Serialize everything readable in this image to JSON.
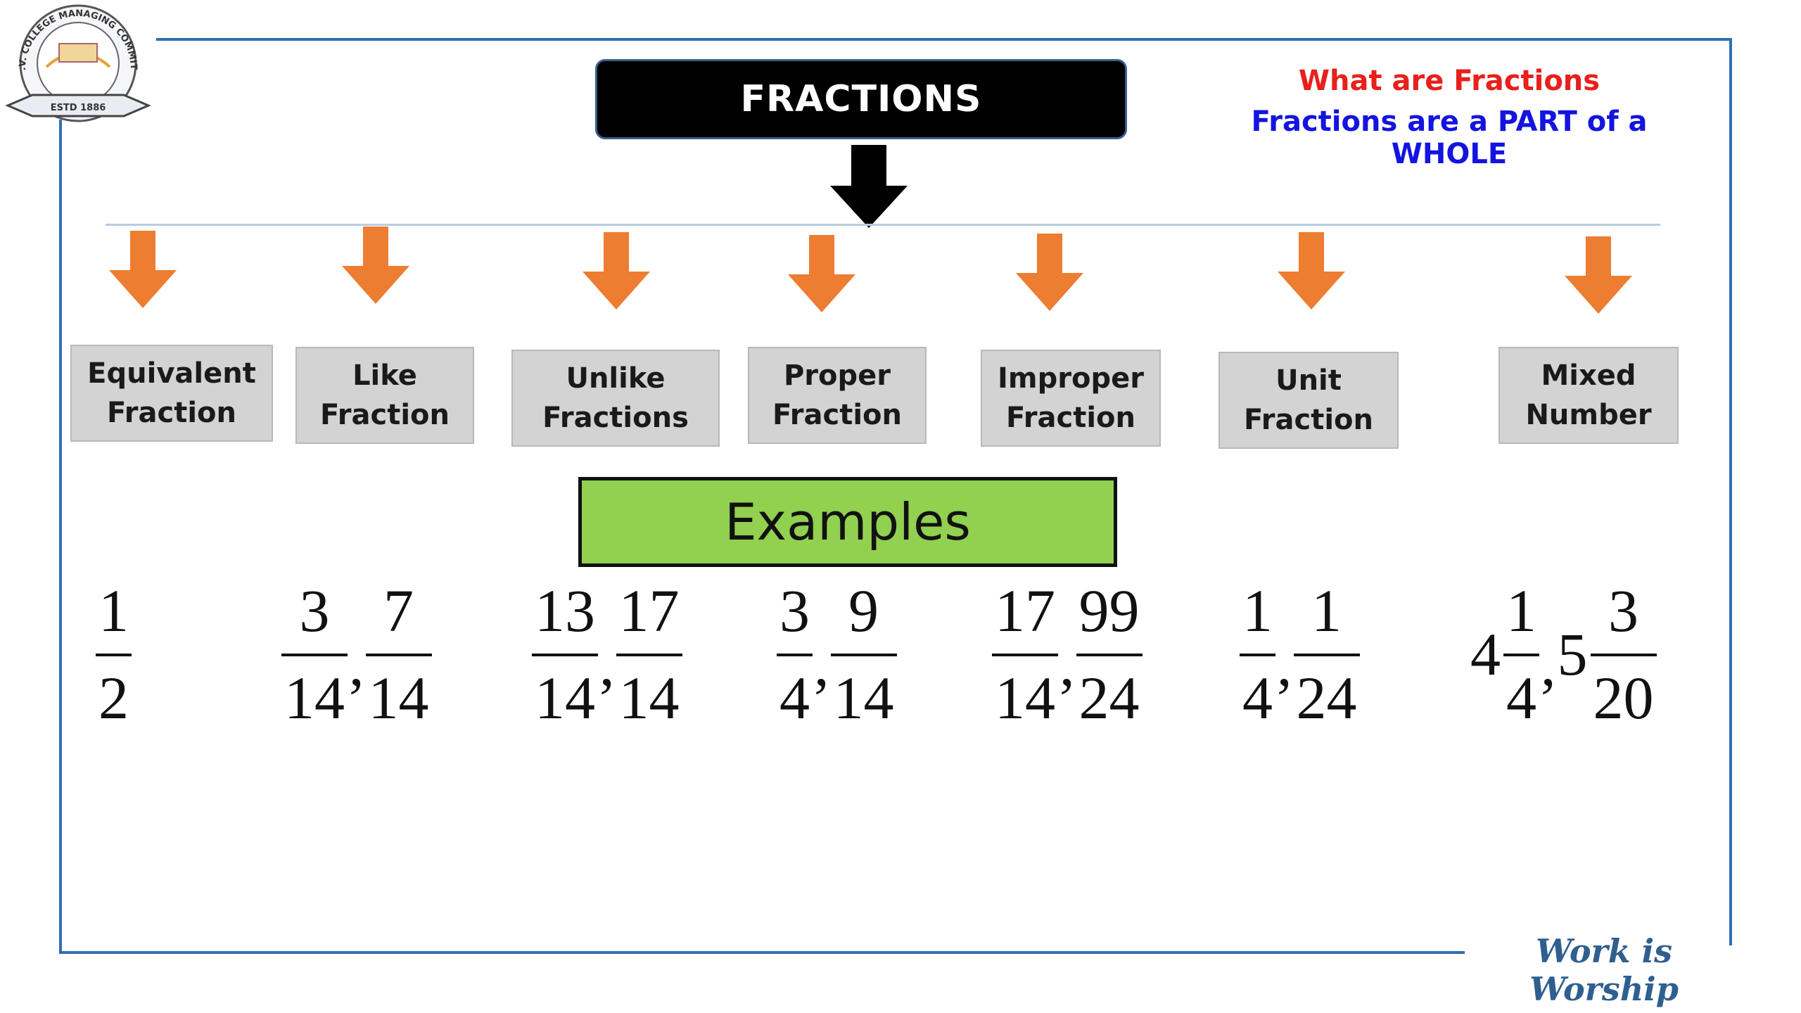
{
  "title": "FRACTIONS",
  "definition": {
    "question": "What are Fractions",
    "answer": "Fractions are a PART of a WHOLE"
  },
  "logo": {
    "text": "D.A.V. COLLEGE MANAGING COMMITTEE",
    "year": "ESTD 1886"
  },
  "types": [
    {
      "line1": "Equivalent",
      "line2": "Fraction"
    },
    {
      "line1": "Like",
      "line2": "Fraction"
    },
    {
      "line1": "Unlike",
      "line2": "Fractions"
    },
    {
      "line1": "Proper",
      "line2": "Fraction"
    },
    {
      "line1": "Improper",
      "line2": "Fraction"
    },
    {
      "line1": "Unit",
      "line2": "Fraction"
    },
    {
      "line1": "Mixed",
      "line2": "Number"
    }
  ],
  "examples_label": "Examples",
  "examples": [
    {
      "a_num": "1",
      "a_den": "2"
    },
    {
      "a_num": "3",
      "a_den": "14",
      "sep": ",",
      "b_num": "7",
      "b_den": "14"
    },
    {
      "a_num": "13",
      "a_den": "14",
      "sep": ",",
      "b_num": "17",
      "b_den": "14"
    },
    {
      "a_num": "3",
      "a_den": "4",
      "sep": ",",
      "b_num": "9",
      "b_den": "14"
    },
    {
      "a_num": "17",
      "a_den": "14",
      "sep": ",",
      "b_num": "99",
      "b_den": "24"
    },
    {
      "a_num": "1",
      "a_den": "4",
      "sep": ",",
      "b_num": "1",
      "b_den": "24"
    },
    {
      "a_whole": "4",
      "a_num": "1",
      "a_den": "4",
      "sep": ",",
      "b_whole": "5",
      "b_num": "3",
      "b_den": "20"
    }
  ],
  "motto": "Work is Worship",
  "colors": {
    "title_bg": "#000000",
    "question": "#e8201c",
    "answer": "#1414e0",
    "arrow": "#ed7d31",
    "type_box": "#d3d3d3",
    "examples_box": "#92d050",
    "frame": "#2f6fb5"
  }
}
